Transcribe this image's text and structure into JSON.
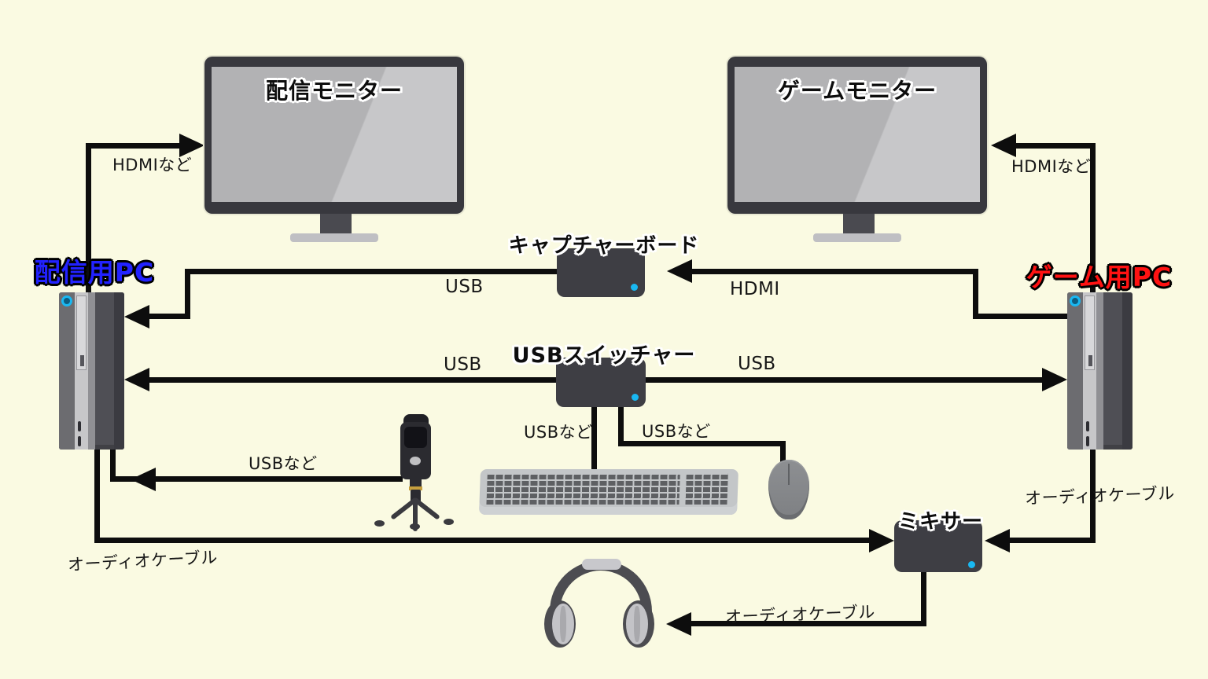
{
  "colors": {
    "background": "#fafae2",
    "cable": "#0d0d0d",
    "device": "#3e3e44",
    "led": "#19b8f2",
    "stream_pc_label": "#2222ff",
    "game_pc_label": "#ff1212"
  },
  "devices": {
    "stream_monitor": "配信モニター",
    "game_monitor": "ゲームモニター",
    "stream_pc": "配信用PC",
    "game_pc": "ゲーム用PC",
    "capture_board": "キャプチャーボード",
    "usb_switcher": "USBスイッチャー",
    "mixer": "ミキサー"
  },
  "cables": {
    "stream_monitor_cable": "HDMIなど",
    "game_monitor_cable": "HDMIなど",
    "capture_to_streampc": "USB",
    "gamepc_to_capture": "HDMI",
    "switcher_to_streampc": "USB",
    "switcher_to_gamepc": "USB",
    "mic_to_streampc": "USBなど",
    "keyboard_to_switcher": "USBなど",
    "mouse_to_switcher": "USBなど",
    "streampc_to_mixer": "オーディオケーブル",
    "gamepc_to_mixer": "オーディオケーブル",
    "mixer_to_headphones": "オーディオケーブル"
  }
}
